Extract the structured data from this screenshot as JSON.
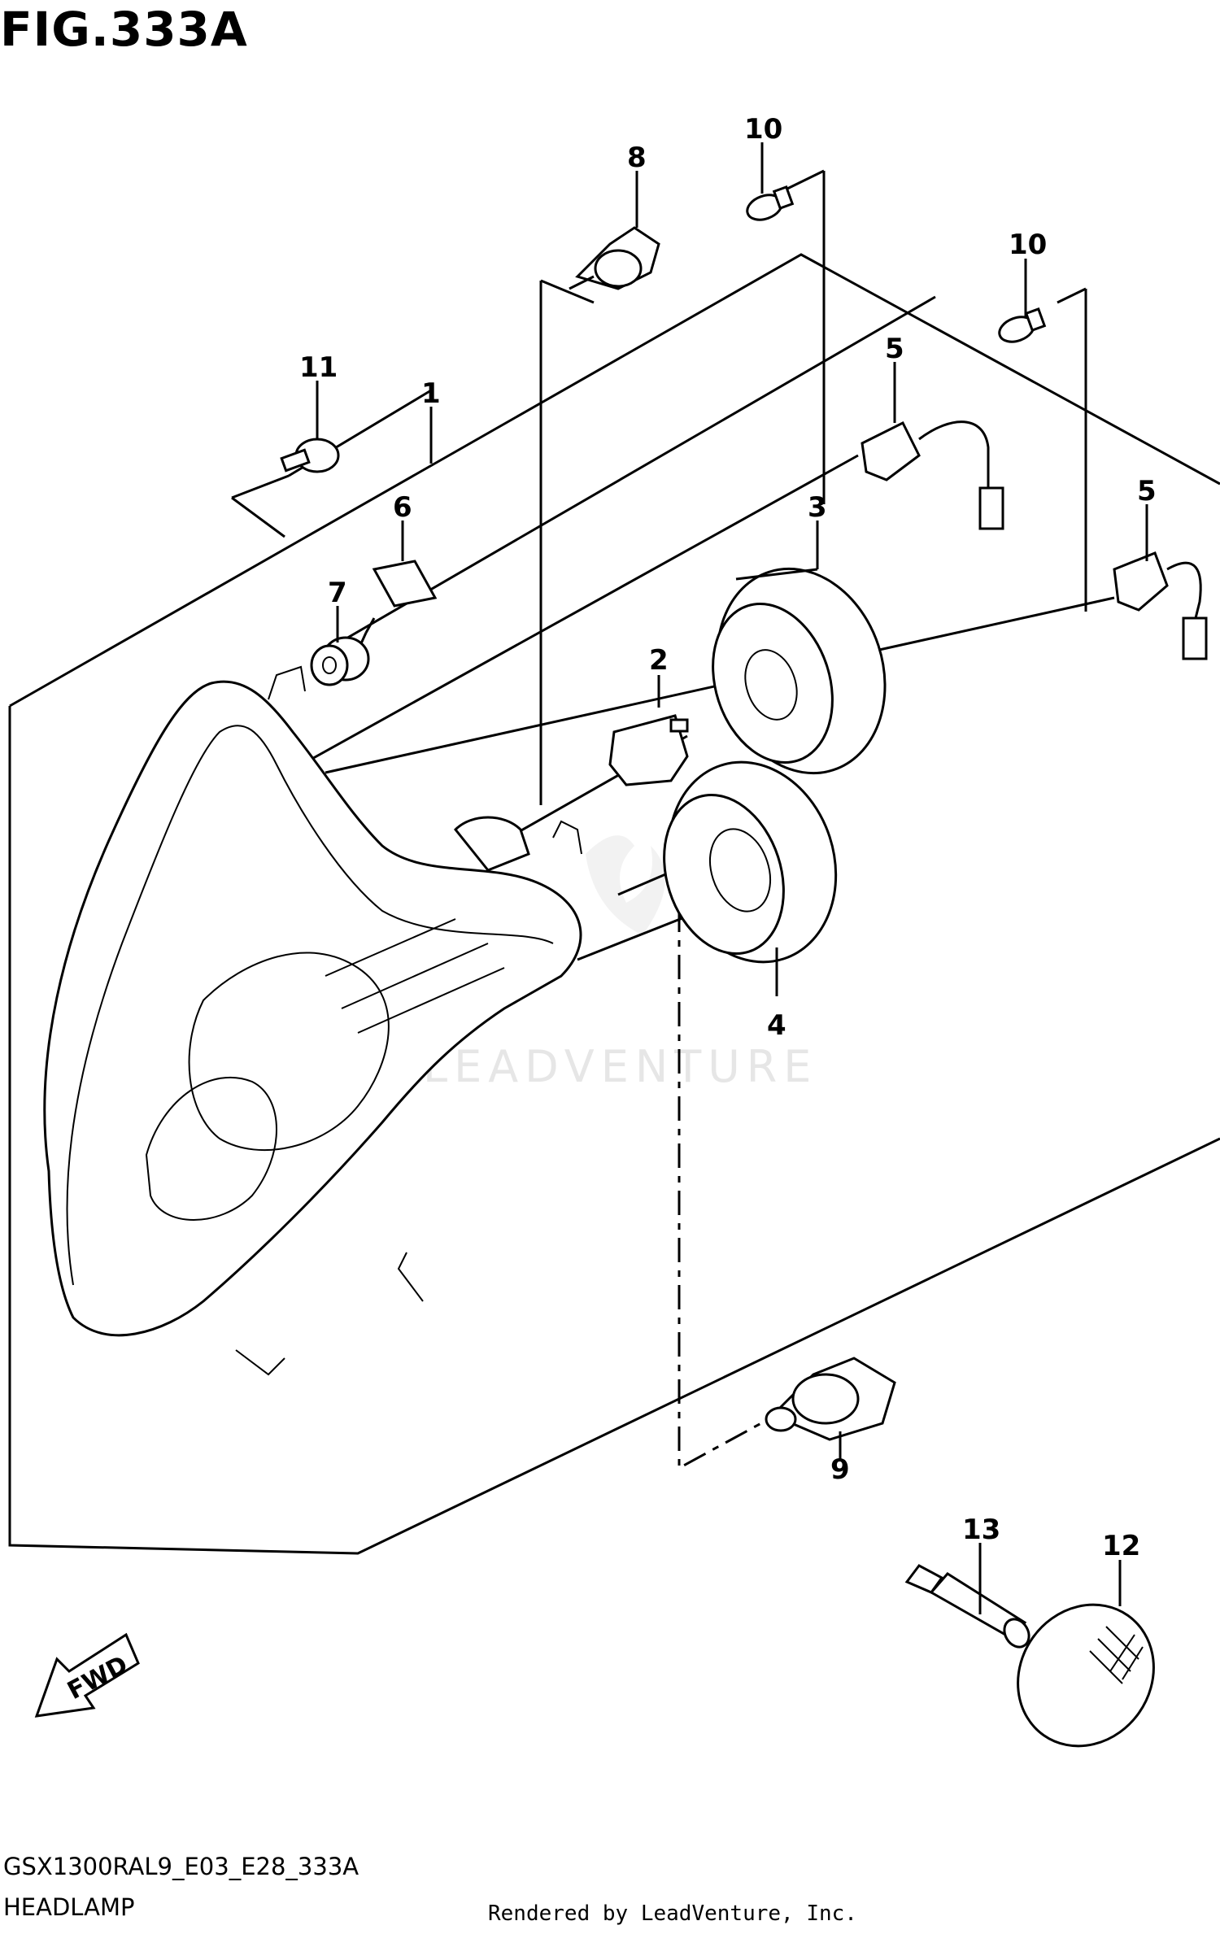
{
  "figure": {
    "title": "FIG.333A",
    "code": "GSX1300RAL9_E03_E28_333A",
    "caption": "HEADLAMP",
    "credit": "Rendered by LeadVenture, Inc.",
    "watermark": "LEADVENTURE",
    "fwd_label": "FWD"
  },
  "callouts": [
    {
      "id": "1",
      "label": "1"
    },
    {
      "id": "2",
      "label": "2"
    },
    {
      "id": "3",
      "label": "3"
    },
    {
      "id": "4",
      "label": "4"
    },
    {
      "id": "5a",
      "label": "5"
    },
    {
      "id": "5b",
      "label": "5"
    },
    {
      "id": "6",
      "label": "6"
    },
    {
      "id": "7",
      "label": "7"
    },
    {
      "id": "8",
      "label": "8"
    },
    {
      "id": "9",
      "label": "9"
    },
    {
      "id": "10a",
      "label": "10"
    },
    {
      "id": "10b",
      "label": "10"
    },
    {
      "id": "11",
      "label": "11"
    },
    {
      "id": "12",
      "label": "12"
    },
    {
      "id": "13",
      "label": "13"
    }
  ]
}
